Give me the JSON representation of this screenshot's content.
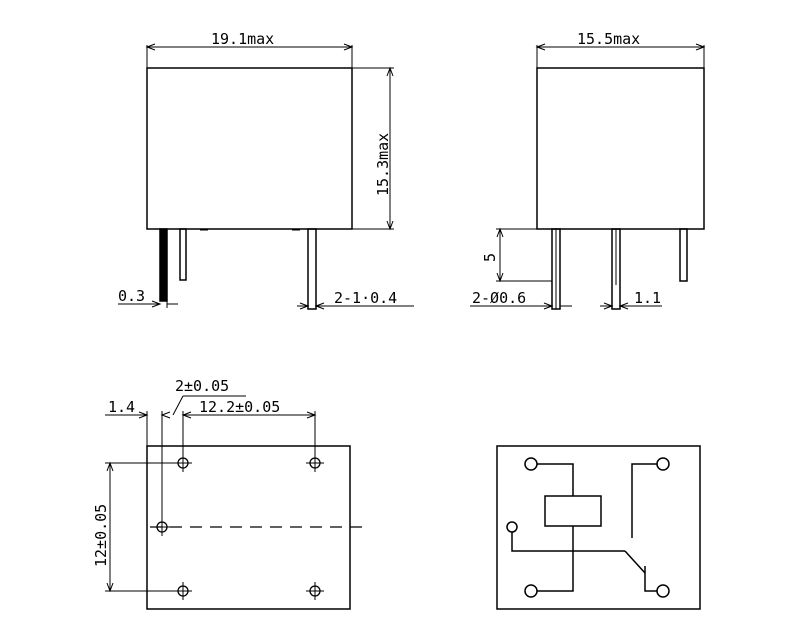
{
  "front_view": {
    "width_label": "19.1max",
    "height_label": "15.3max",
    "pin_thickness_label": "0.3",
    "pin_size_label": "2-1·0.4"
  },
  "side_view": {
    "width_label": "15.5max",
    "pin_length_label": "5",
    "pin_diameter_label": "2-Ø0.6",
    "pin_spacing_label": "1.1"
  },
  "footprint": {
    "pitch_small_label": "2±0.05",
    "offset_label": "1.4",
    "pitch_long_label": "12.2±0.05",
    "pitch_vertical_label": "12±0.05"
  },
  "colors": {
    "line": "#000000",
    "background": "#ffffff"
  }
}
